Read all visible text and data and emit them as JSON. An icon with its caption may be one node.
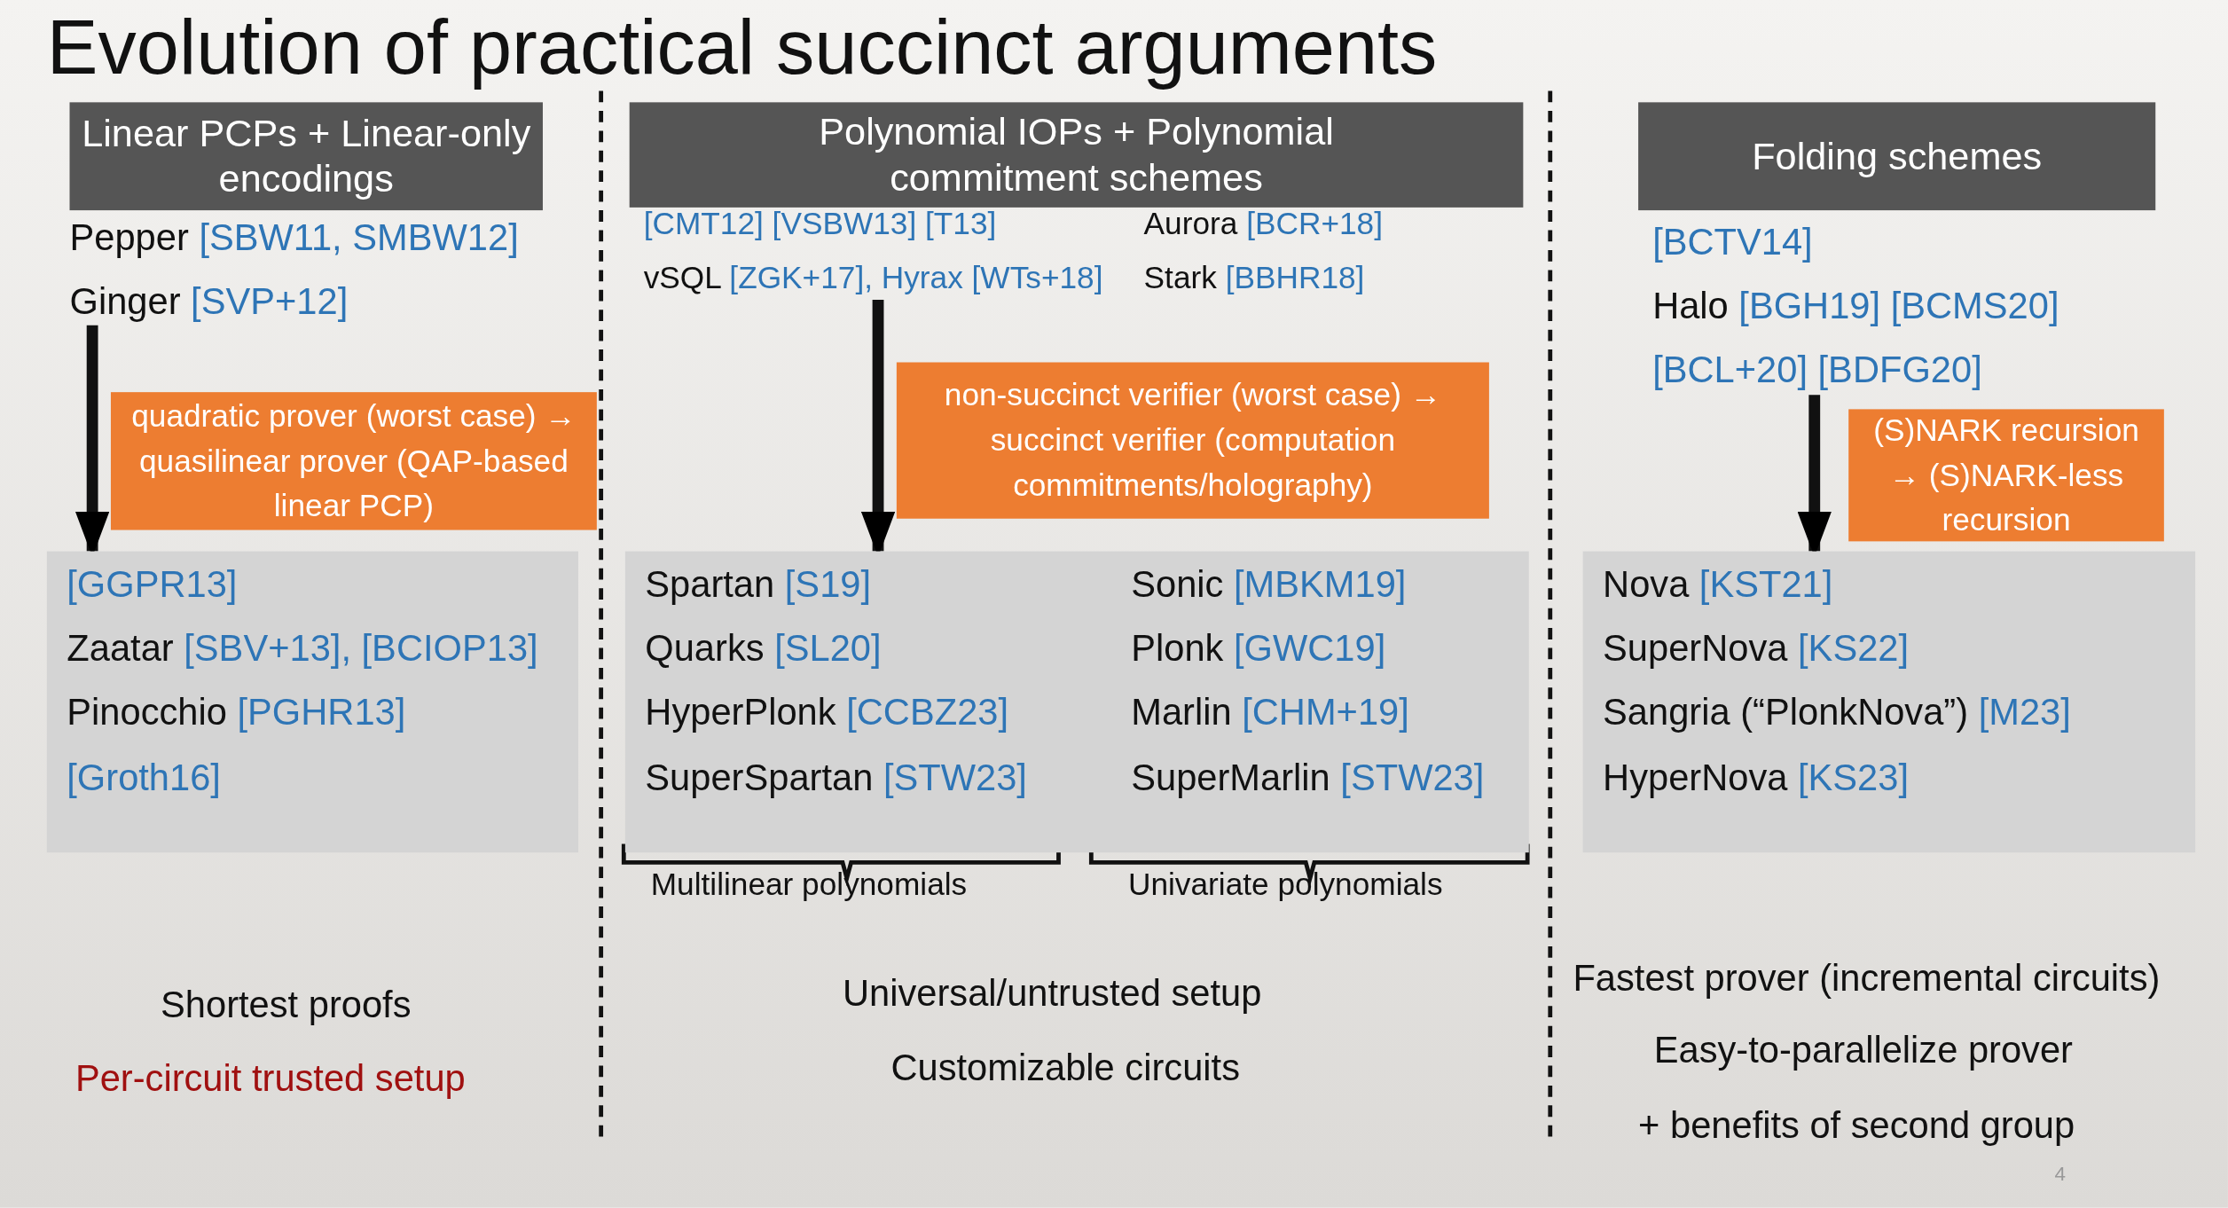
{
  "diagram": {
    "title": "Evolution of practical succinct arguments",
    "nodes": [
      {
        "text": [
          "Linear PCPs + Linear-only encodings"
        ]
      },
      {
        "text": [
          "Pepper [SBW11, SMBW12]",
          "Ginger [SVP+12]"
        ]
      },
      {
        "text": [
          "quadratic prover (worst case) → quasilinear prover (QAP-based linear PCP)"
        ]
      },
      {
        "text": [
          "[GGPR13]",
          "Zaatar [SBV+13], [BCIOP13]",
          "Pinocchio [PGHR13]",
          "[Groth16]"
        ]
      },
      {
        "text": [
          "Polynomial IOPs + Polynomial commitment schemes"
        ]
      },
      {
        "text": [
          "[CMT12] [VSBW13] [T13]",
          "Aurora [BCR+18]",
          "vSQL [ZGK+17], Hyrax [WTs+18]",
          "Stark [BBHR18]"
        ]
      },
      {
        "text": [
          "non-succinct verifier (worst case) → succinct verifier (computation commitments/holography)"
        ]
      },
      {
        "text": [
          "Spartan [S19]",
          "Sonic [MBKM19]",
          "Quarks [SL20]",
          "Plonk [GWC19]",
          "HyperPlonk [CCBZ23]",
          "Marlin [CHM+19]",
          "SuperSpartan [STW23]",
          "SuperMarlin [STW23]"
        ]
      },
      {
        "text": [
          "Folding schemes"
        ]
      },
      {
        "text": [
          "[BCTV14]",
          "Halo [BGH19] [BCMS20]",
          "[BCL+20] [BDFG20]"
        ]
      },
      {
        "text": [
          "(S)NARK recursion → (S)NARK-less recursion"
        ]
      },
      {
        "text": [
          "Nova [KST21]",
          "SuperNova [KS22]",
          "Sangria (“PlonkNova”) [M23]",
          "HyperNova [KS23]"
        ]
      }
    ],
    "edges": [
      {
        "from": 1,
        "to": 3,
        "arrow": "to"
      },
      {
        "from": 5,
        "to": 7,
        "arrow": "to"
      },
      {
        "from": 9,
        "to": 11,
        "arrow": "to"
      }
    ],
    "labels": [
      "Multilinear polynomials",
      "Univariate polynomials",
      "Shortest proofs",
      "Per-circuit trusted setup",
      "Universal/untrusted setup",
      "Customizable circuits",
      "Fastest prover (incremental circuits)",
      "Easy-to-parallelize prover",
      "+ benefits of second group",
      "4"
    ]
  }
}
